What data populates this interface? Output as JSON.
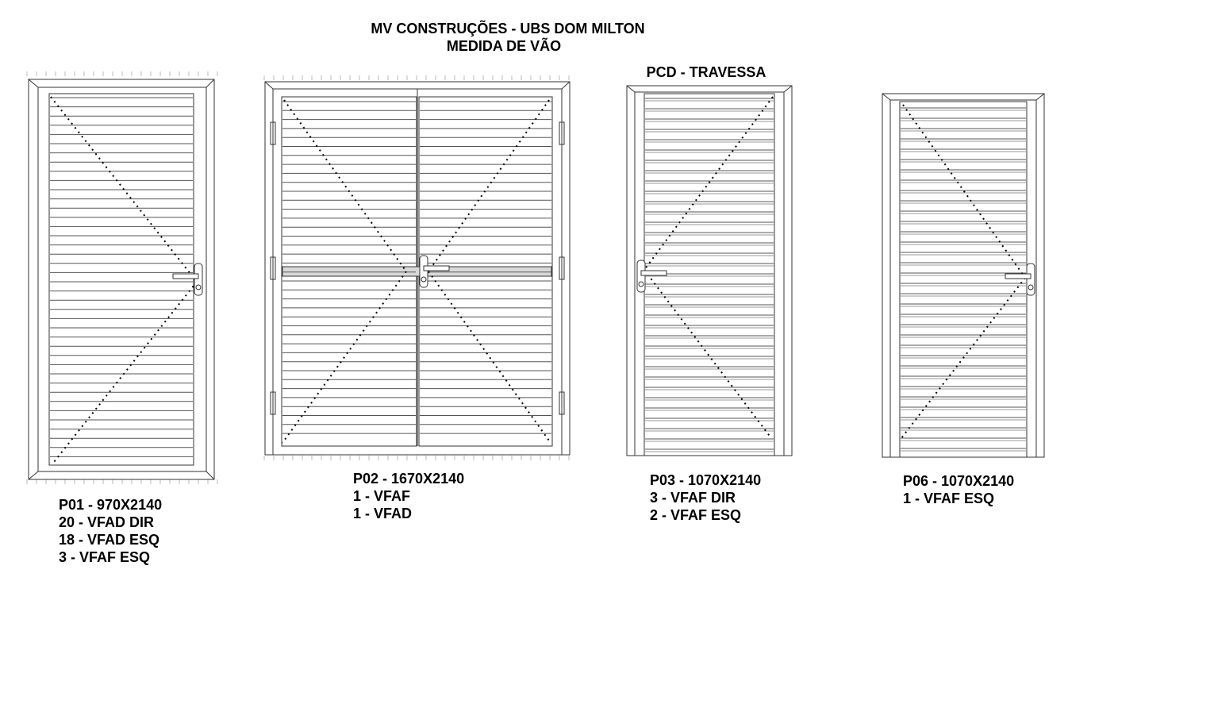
{
  "header": {
    "title": "MV CONSTRUÇÕES  - UBS DOM MILTON",
    "subtitle": "MEDIDA DE VÃO",
    "pcd_note": "PCD - TRAVESSA"
  },
  "doors": [
    {
      "id": "P01",
      "lines": [
        "P01 - 970X2140",
        "20 - VFAD DIR",
        "18 - VFAD ESQ",
        "3 - VFAF ESQ"
      ]
    },
    {
      "id": "P02",
      "lines": [
        "P02 - 1670X2140",
        "1 - VFAF",
        "1 - VFAD"
      ]
    },
    {
      "id": "P03",
      "lines": [
        "P03 - 1070X2140",
        "3 - VFAF DIR",
        "2 - VFAF ESQ"
      ]
    },
    {
      "id": "P06",
      "lines": [
        "P06 - 1070X2140",
        "1 - VFAF ESQ"
      ]
    }
  ],
  "colors": {
    "line": "#333333",
    "louver": "#555555",
    "travessa": "#d9d9d9"
  }
}
